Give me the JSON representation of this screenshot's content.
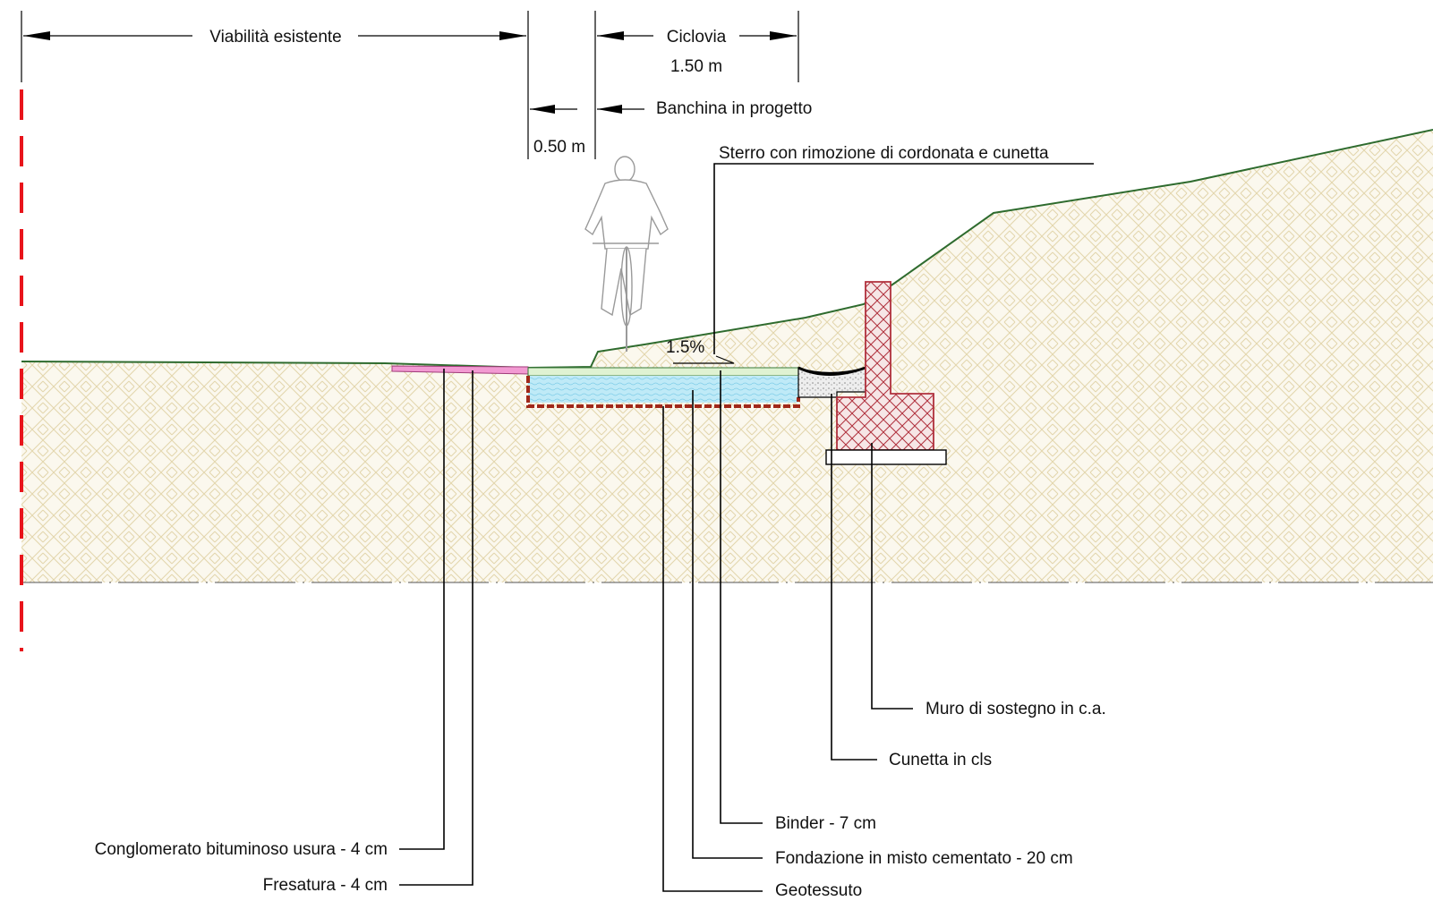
{
  "dimensions": {
    "road_label": "Viabilità esistente",
    "cycle_label": "Ciclovia",
    "cycle_width": "1.50 m",
    "verge_label": "Banchina in progetto",
    "verge_width": "0.50 m"
  },
  "annotations": {
    "excavation": "Sterro con rimozione di cordonata e cunetta",
    "slope": "1.5%",
    "wall": "Muro di sostegno in c.a.",
    "gutter": "Cunetta in cls",
    "binder": "Binder - 7 cm",
    "foundation": "Fondazione in misto cementato - 20 cm",
    "geotextile": "Geotessuto",
    "wearing_course": "Conglomerato bituminoso usura - 4 cm",
    "milling": "Fresatura - 4 cm"
  },
  "colors": {
    "axis": "#e8141b",
    "ground_line": "#2e6b2e",
    "soil_hatch": "#e3d6ac",
    "wearing_course": "#f29ad2",
    "binder": "#dff2d2",
    "foundation": "#aee3f3",
    "geotextile": "#a0281a",
    "wall": "#b0303c"
  },
  "icons": [
    "cyclist-figure"
  ]
}
